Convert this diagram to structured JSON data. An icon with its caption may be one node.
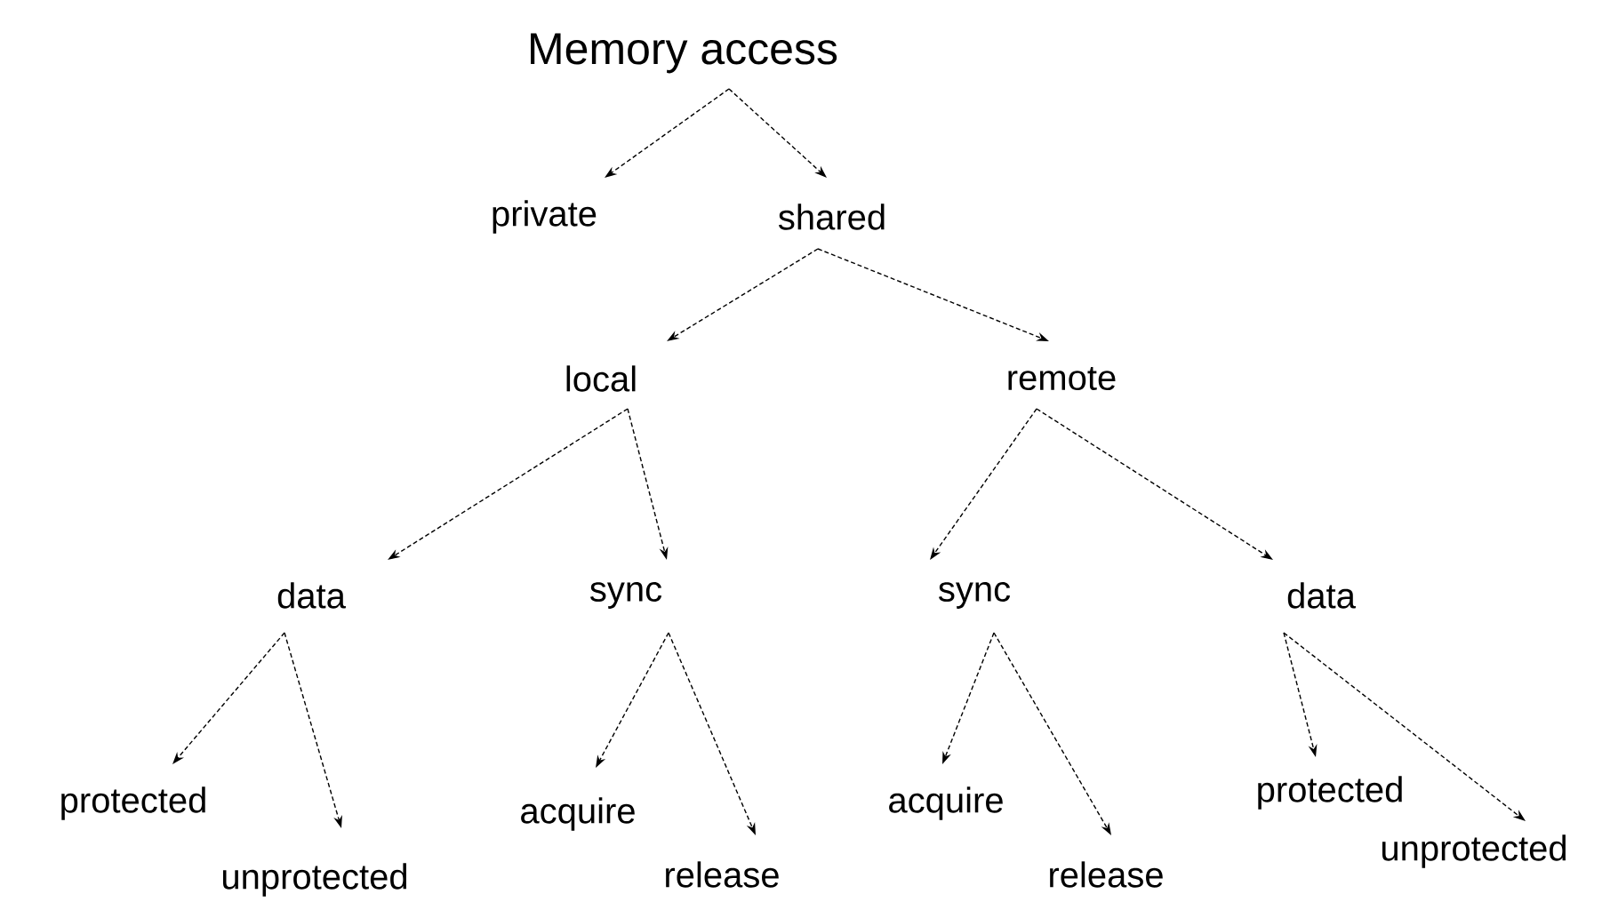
{
  "diagram": {
    "nodes": [
      {
        "text": [
          "Memory access"
        ]
      },
      {
        "text": [
          "private"
        ]
      },
      {
        "text": [
          "shared"
        ]
      },
      {
        "text": [
          "local"
        ]
      },
      {
        "text": [
          "remote"
        ]
      },
      {
        "text": [
          "data"
        ]
      },
      {
        "text": [
          "sync"
        ]
      },
      {
        "text": [
          "sync"
        ]
      },
      {
        "text": [
          "data"
        ]
      },
      {
        "text": [
          "protected"
        ]
      },
      {
        "text": [
          "unprotected"
        ]
      },
      {
        "text": [
          "acquire"
        ]
      },
      {
        "text": [
          "release"
        ]
      },
      {
        "text": [
          "acquire"
        ]
      },
      {
        "text": [
          "release"
        ]
      },
      {
        "text": [
          "protected"
        ]
      },
      {
        "text": [
          "unprotected"
        ]
      }
    ],
    "edges": [
      {
        "from": 0,
        "to": 1,
        "arrow": "to"
      },
      {
        "from": 0,
        "to": 2,
        "arrow": "to"
      },
      {
        "from": 2,
        "to": 3,
        "arrow": "to"
      },
      {
        "from": 2,
        "to": 4,
        "arrow": "to"
      },
      {
        "from": 3,
        "to": 5,
        "arrow": "to"
      },
      {
        "from": 3,
        "to": 6,
        "arrow": "to"
      },
      {
        "from": 4,
        "to": 7,
        "arrow": "to"
      },
      {
        "from": 4,
        "to": 8,
        "arrow": "to"
      },
      {
        "from": 5,
        "to": 9,
        "arrow": "to"
      },
      {
        "from": 5,
        "to": 10,
        "arrow": "to"
      },
      {
        "from": 6,
        "to": 11,
        "arrow": "to"
      },
      {
        "from": 6,
        "to": 12,
        "arrow": "to"
      },
      {
        "from": 7,
        "to": 13,
        "arrow": "to"
      },
      {
        "from": 7,
        "to": 14,
        "arrow": "to"
      },
      {
        "from": 8,
        "to": 15,
        "arrow": "to"
      },
      {
        "from": 8,
        "to": 16,
        "arrow": "to"
      }
    ]
  }
}
